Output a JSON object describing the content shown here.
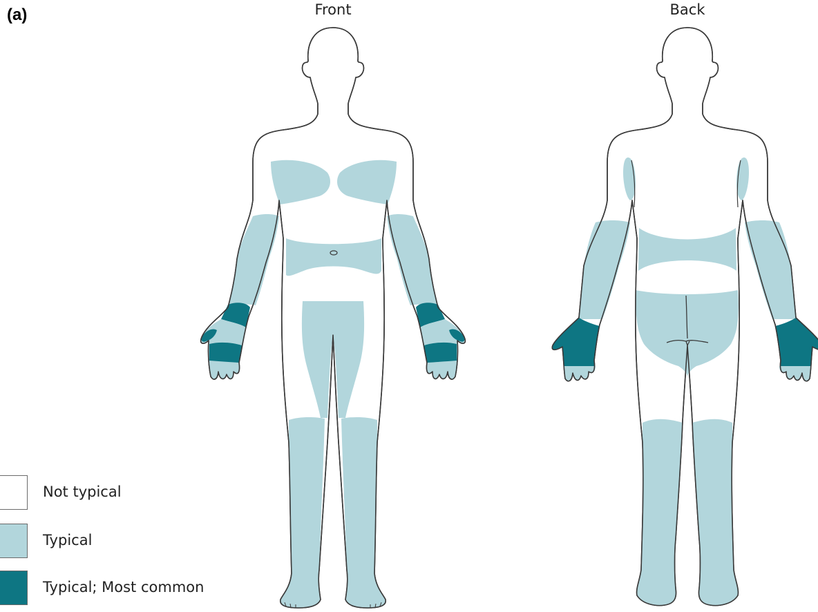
{
  "panel_label": "(a)",
  "views": {
    "front": "Front",
    "back": "Back"
  },
  "legend": [
    {
      "label": "Not typical",
      "color": "#ffffff"
    },
    {
      "label": "Typical",
      "color": "#b2d6dc"
    },
    {
      "label": "Typical; Most common",
      "color": "#0e7683"
    }
  ],
  "colors": {
    "outline": "#3a3a3a",
    "typical": "#b2d6dc",
    "most_common": "#0e7683",
    "not_typical": "#ffffff"
  }
}
